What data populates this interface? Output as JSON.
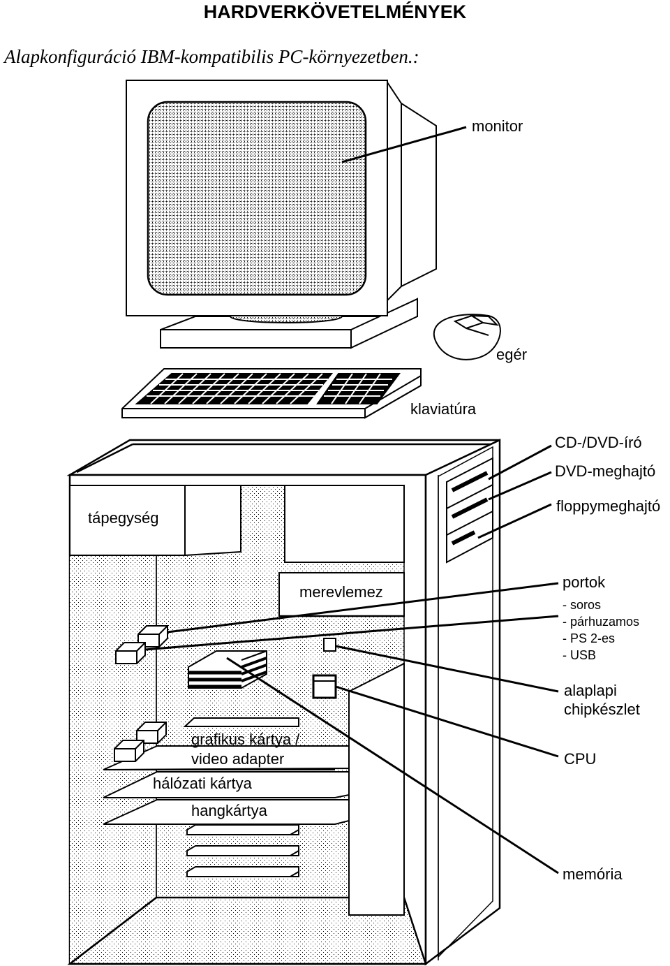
{
  "header": {
    "title": "HARDVERKÖVETELMÉNYEK",
    "subtitle": "Alapkonfiguráció IBM-kompatibilis PC-környezetben.:"
  },
  "labels": {
    "monitor": "monitor",
    "mouse": "egér",
    "keyboard": "klaviatúra",
    "cd_dvd_writer": "CD-/DVD-író",
    "dvd_drive": "DVD-meghajtó",
    "floppy_drive": "floppymeghajtó",
    "power_supply": "tápegység",
    "hard_disk": "merevlemez",
    "ports_title": "portok",
    "ports_items": [
      "- soros",
      "- párhuzamos",
      "- PS 2-es",
      "- USB"
    ],
    "chipset_line1": "alaplapi",
    "chipset_line2": "chipkészlet",
    "cpu": "CPU",
    "graphics_card_line1": "grafikus kártya /",
    "graphics_card_line2": "video adapter",
    "network_card": "hálózati kártya",
    "sound_card": "hangkártya",
    "memory": "memória"
  }
}
